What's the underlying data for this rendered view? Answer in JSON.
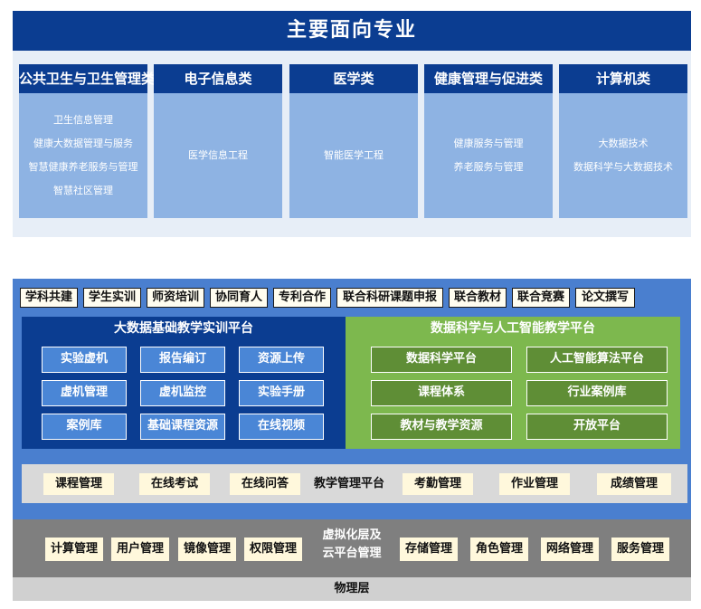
{
  "majors": {
    "title": "主要面向专业",
    "cards": [
      {
        "title": "公共卫生与卫生管理类",
        "items": [
          "卫生信息管理",
          "健康大数据管理与服务",
          "智慧健康养老服务与管理",
          "智慧社区管理"
        ]
      },
      {
        "title": "电子信息类",
        "items": [
          "医学信息工程"
        ]
      },
      {
        "title": "医学类",
        "items": [
          "智能医学工程"
        ]
      },
      {
        "title": "健康管理与促进类",
        "items": [
          "健康服务与管理",
          "养老服务与管理"
        ]
      },
      {
        "title": "计算机类",
        "items": [
          "大数据技术",
          "数据科学与大数据技术"
        ]
      }
    ]
  },
  "platform": {
    "tags": [
      "学科共建",
      "学生实训",
      "师资培训",
      "协同育人",
      "专利合作",
      "联合科研课题申报",
      "联合教材",
      "联合竞赛",
      "论文撰写"
    ],
    "bigdata_platform": {
      "title": "大数据基础教学实训平台",
      "items": [
        "实验虚机",
        "报告编订",
        "资源上传",
        "虚机管理",
        "虚机监控",
        "实验手册",
        "案例库",
        "基础课程资源",
        "在线视频"
      ]
    },
    "ai_platform": {
      "title": "数据科学与人工智能教学平台",
      "items": [
        "数据科学平台",
        "人工智能算法平台",
        "课程体系",
        "行业案例库",
        "教材与教学资源",
        "开放平台"
      ]
    },
    "teaching_mgmt": {
      "title": "教学管理平台",
      "items": [
        "课程管理",
        "在线考试",
        "在线问答",
        "考勤管理",
        "作业管理",
        "成绩管理"
      ]
    },
    "virtualization": {
      "title_line1": "虚拟化层及",
      "title_line2": "云平台管理",
      "items": [
        "计算管理",
        "用户管理",
        "镜像管理",
        "权限管理",
        "存储管理",
        "角色管理",
        "网络管理",
        "服务管理"
      ]
    },
    "physical_layer": "物理层"
  },
  "colors": {
    "navy": "#0b3d91",
    "light_blue_card": "#8eb3e3",
    "platform_blue": "#4a7fcf",
    "green": "#7db84e",
    "dark_green_button": "#5f8e36",
    "tag_fill": "#fffdf0",
    "gray": "#7f7f7f"
  }
}
